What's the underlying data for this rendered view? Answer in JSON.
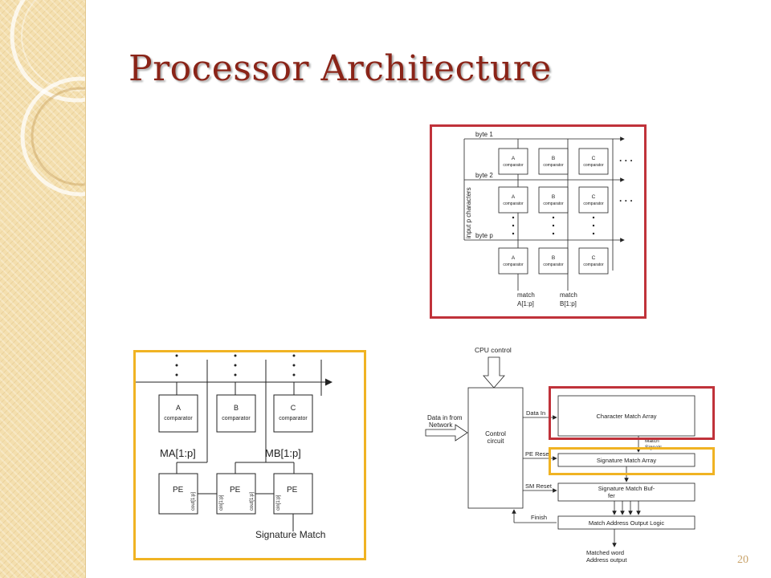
{
  "slide": {
    "title": "Processor Architecture",
    "page_number": "20"
  },
  "colors": {
    "title": "#8a2418",
    "red_frame": "#c0323a",
    "yellow_frame": "#f0b323",
    "sidebar": "#f4dfae"
  },
  "comparator_array": {
    "vertical_label": "input p characters",
    "rows": [
      "byte 1",
      "byte 2",
      "byte p"
    ],
    "columns": [
      "A",
      "B",
      "C"
    ],
    "cell_sublabel": "comparator",
    "ellipsis": ". . .",
    "outputs": [
      {
        "line1": "match",
        "line2": "A[1:p]"
      },
      {
        "line1": "match",
        "line2": "B[1:p]"
      }
    ]
  },
  "signature_detail": {
    "columns": [
      "A",
      "B",
      "C"
    ],
    "cell_sublabel": "comparator",
    "bus_labels": [
      "MA[1:p]",
      "MB[1:p]"
    ],
    "pe_label": "PE",
    "cout_labels": [
      "cout[1:p]",
      "cin[1:p]",
      "cout[1:p]",
      "cin[1:p]"
    ],
    "output_label": "Signature Match"
  },
  "block_diagram": {
    "cpu_control": "CPU control",
    "data_in": [
      "Data in  from",
      "Network"
    ],
    "control_circuit": [
      "Control",
      "circuit"
    ],
    "signals": [
      "Data In",
      "PE Reset",
      "SM Reset",
      "Finish"
    ],
    "blocks": [
      "Character Match Array",
      "Signature Match Array",
      "Signature Match Buf-",
      "fer",
      "Match Address Output Logic"
    ],
    "match_signals": [
      "Match",
      "Signals"
    ],
    "output": [
      "Matched word",
      "Address output"
    ]
  }
}
